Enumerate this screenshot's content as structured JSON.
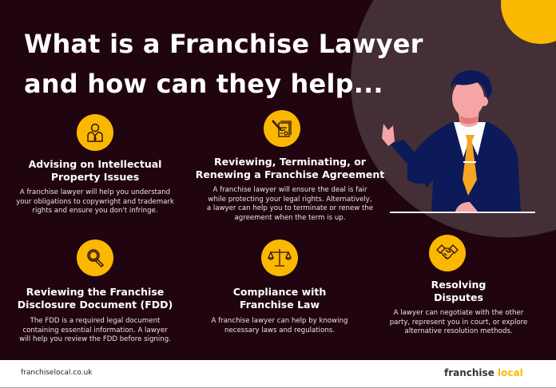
{
  "header": {
    "title_line1": "What is a Franchise Lawyer",
    "title_line2": "and how can they help..."
  },
  "colors": {
    "background": "#200510",
    "accent": "#fbb800",
    "circle_bg": "#432f35",
    "suit": "#0c1a5a",
    "tie": "#f5a623",
    "skin": "#f5a5a5"
  },
  "cards": [
    {
      "icon": "businessman-icon",
      "title": "Advising on Intellectual\nProperty Issues",
      "body": "A franchise lawyer will help you understand\nyour obligations to copywright and trademark\nrights and ensure you don't infringe."
    },
    {
      "icon": "signed-document-icon",
      "title": "Reviewing, Terminating, or\nRenewing a Franchise Agreement",
      "body": "A franchise lawyer will ensure the deal is fair\nwhile protecting your legal rights. Alternatively,\na lawyer can help you to terminate or renew the\nagreement when the term is up."
    },
    {
      "icon": "magnifying-glass-icon",
      "title": "Reviewing the Franchise\nDisclosure Document (FDD)",
      "body": "The FDD is a required legal document\ncontaining essential information. A lawyer\nwill help you review the FDD  before signing."
    },
    {
      "icon": "scales-of-justice-icon",
      "title": "Compliance with\nFranchise Law",
      "body": "A franchise lawyer can help by knowing\nnecessary laws and regulations."
    },
    {
      "icon": "handshake-icon",
      "title": "Resolving\nDisputes",
      "body": "A lawyer can negotiate with the other\nparty, represent you in court, or explore\nalternative resolution methods."
    }
  ],
  "footer": {
    "url": "franchiselocal.co.uk",
    "logo_part1": "franchise ",
    "logo_part2": "local"
  }
}
